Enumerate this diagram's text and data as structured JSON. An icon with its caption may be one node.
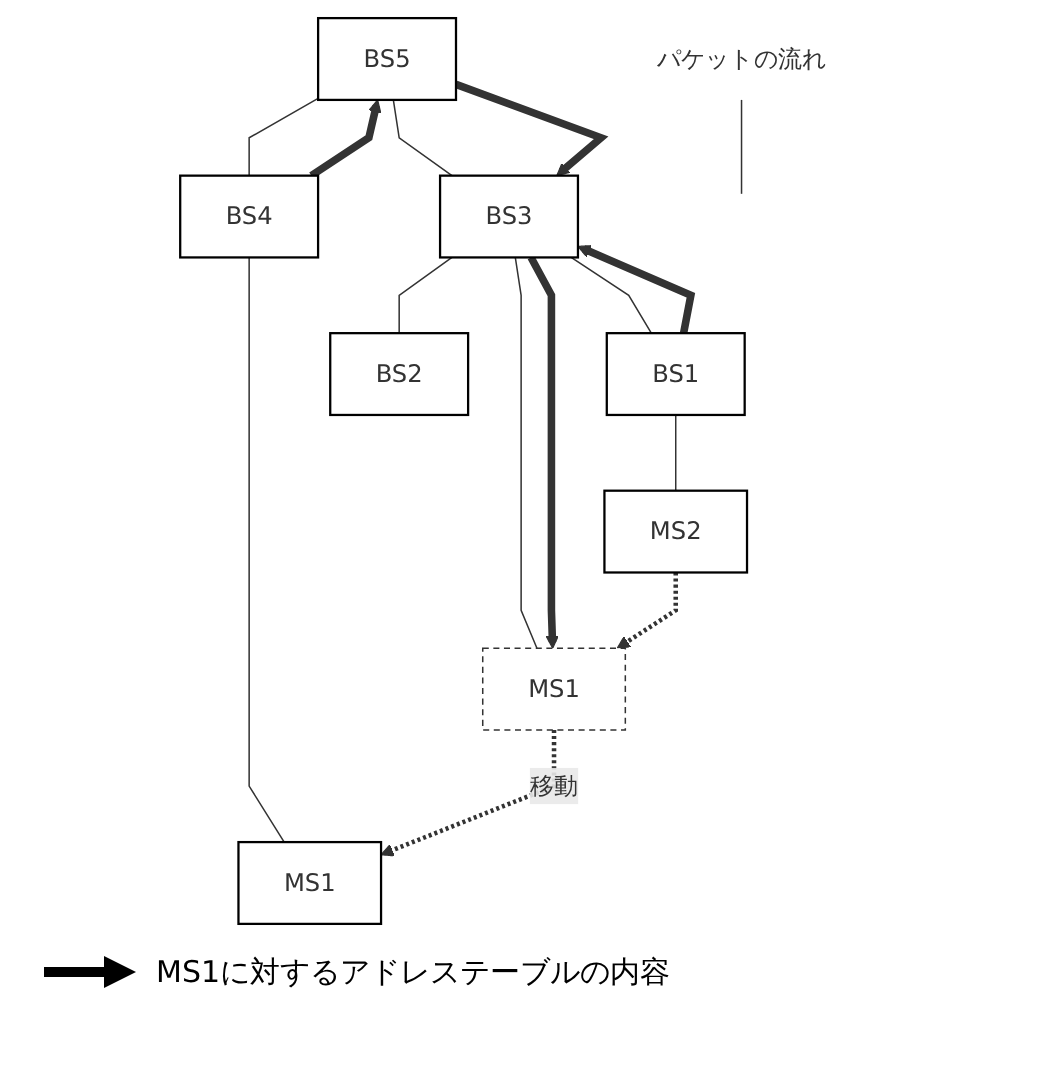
{
  "diagram": {
    "nodes": [
      {
        "text": [
          "BS5"
        ]
      },
      {
        "text": [
          "BS3"
        ]
      },
      {
        "text": [
          "BS4"
        ]
      },
      {
        "text": [
          "MS1"
        ]
      },
      {
        "text": [
          "BS1"
        ]
      },
      {
        "text": [
          "BS2"
        ]
      },
      {
        "text": [
          "MS1"
        ]
      },
      {
        "text": [
          "MS2"
        ]
      },
      {
        "text": [
          "パケットの流れ"
        ]
      }
    ],
    "edges": [
      {
        "from": 0,
        "to": 1,
        "arrow": "none"
      },
      {
        "from": 0,
        "to": 2,
        "arrow": "none"
      },
      {
        "from": 1,
        "to": 3,
        "arrow": "none"
      },
      {
        "from": 1,
        "to": 4,
        "arrow": "none"
      },
      {
        "from": 1,
        "to": 5,
        "arrow": "none"
      },
      {
        "from": 2,
        "to": 6,
        "arrow": "none"
      },
      {
        "from": 4,
        "to": 7,
        "arrow": "none"
      },
      {
        "from": 0,
        "to": 1,
        "arrow": "to",
        "style": "thick"
      },
      {
        "from": 2,
        "to": 0,
        "arrow": "to",
        "style": "thick"
      },
      {
        "from": 1,
        "to": 3,
        "arrow": "to",
        "style": "thick"
      },
      {
        "from": 4,
        "to": 1,
        "arrow": "to",
        "style": "thick"
      },
      {
        "from": 7,
        "to": 3,
        "arrow": "to",
        "style": "dashed"
      },
      {
        "from": 3,
        "to": 6,
        "arrow": "to",
        "style": "dashed",
        "label": "移動"
      },
      {
        "from": 8,
        "to": null,
        "arrow": "none"
      }
    ],
    "legend": [
      {
        "text": "MS1に対するアドレステーブルの内容"
      }
    ]
  }
}
